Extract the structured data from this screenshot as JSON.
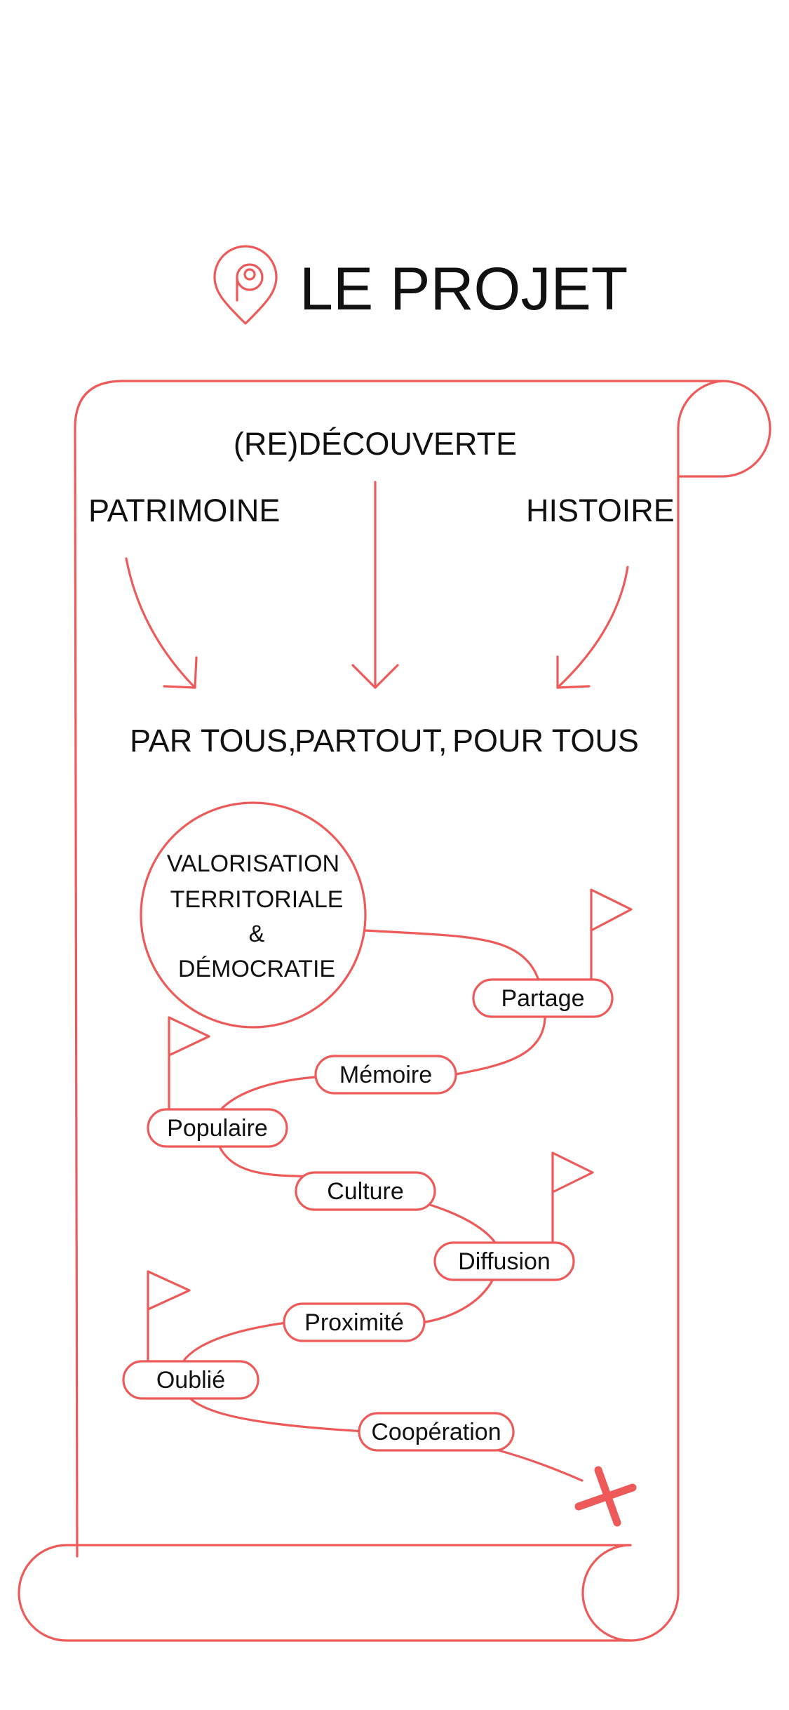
{
  "header": {
    "title": "LE PROJET",
    "logo": "map-pin-spiral-icon"
  },
  "top_labels": {
    "center": "(RE)DÉCOUVERTE",
    "left": "PATRIMOINE",
    "right": "HISTOIRE"
  },
  "tagline": {
    "part1": "PAR TOUS,",
    "part2": "PARTOUT,",
    "part3": "POUR TOUS"
  },
  "circle": {
    "line1": "VALORISATION",
    "line2": "TERRITORIALE",
    "line3": "&",
    "line4": "DÉMOCRATIE"
  },
  "path_steps": [
    "Partage",
    "Mémoire",
    "Populaire",
    "Culture",
    "Diffusion",
    "Proximité",
    "Oublié",
    "Coopération"
  ],
  "icons": {
    "flags": [
      "flag-icon",
      "flag-icon",
      "flag-icon",
      "flag-icon"
    ],
    "end": "x-mark-icon"
  },
  "colors": {
    "accent": "#ee5a5a",
    "text": "#111111",
    "background": "#ffffff"
  }
}
